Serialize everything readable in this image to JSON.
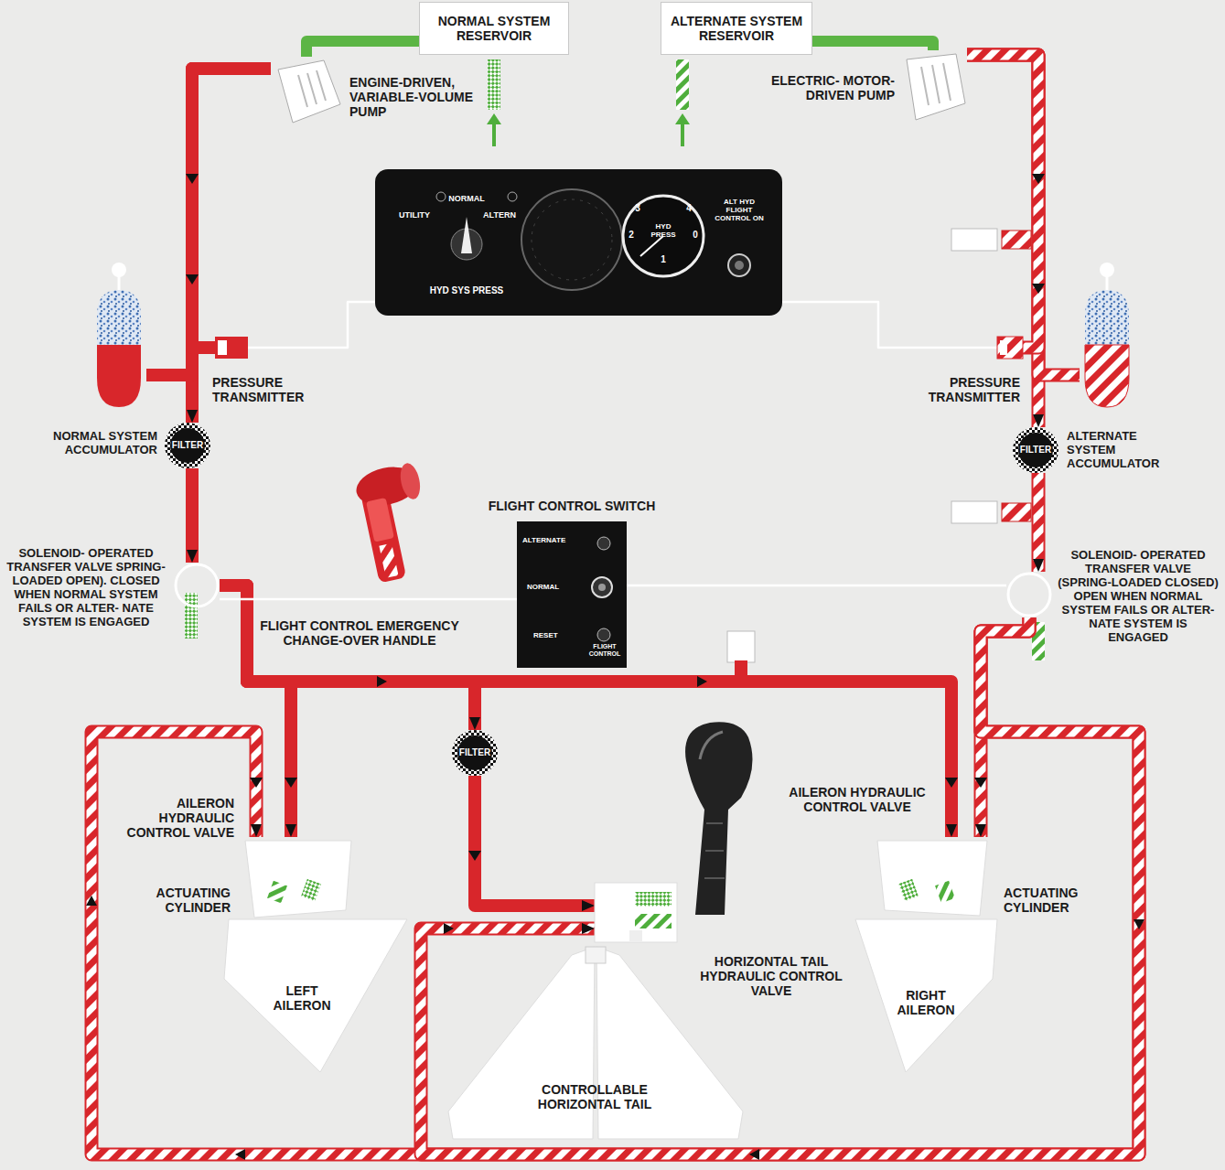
{
  "diagram": {
    "nodes": [
      {
        "text": [
          "NORMAL SYSTEM RESERVOIR"
        ]
      },
      {
        "text": [
          "ALTERNATE SYSTEM RESERVOIR"
        ]
      },
      {
        "text": [
          "ENGINE-DRIVEN, VARIABLE-VOLUME PUMP"
        ]
      },
      {
        "text": [
          "ELECTRIC- MOTOR-DRIVEN PUMP"
        ]
      },
      {
        "text": [
          "NORMAL",
          "UTILITY",
          "ALTERN",
          "HYD SYS PRESS",
          "3",
          "4",
          "2",
          "HYD PRESS",
          "0",
          "1",
          "ALT HYD FLIGHT CONTROL ON"
        ]
      },
      {
        "text": [
          "NORMAL SYSTEM ACCUMULATOR"
        ]
      },
      {
        "text": [
          "PRESSURE TRANSMITTER"
        ]
      },
      {
        "text": [
          "PRESSURE TRANSMITTER"
        ]
      },
      {
        "text": [
          "ALTERNATE SYSTEM ACCUMULATOR"
        ]
      },
      {
        "text": [
          "FILTER"
        ]
      },
      {
        "text": [
          "FILTER"
        ]
      },
      {
        "text": [
          "FLIGHT CONTROL EMERGENCY CHANGE-OVER HANDLE"
        ]
      },
      {
        "text": [
          "FLIGHT CONTROL SWITCH",
          "ALTERNATE",
          "NORMAL",
          "RESET",
          "FLIGHT CONTROL"
        ]
      },
      {
        "text": [
          "SOLENOID- OPERATED TRANSFER VALVE SPRING-LOADED OPEN). CLOSED WHEN NORMAL SYSTEM FAILS OR ALTER- NATE SYSTEM IS ENGAGED"
        ]
      },
      {
        "text": [
          "SOLENOID- OPERATED TRANSFER VALVE (SPRING-LOADED CLOSED) OPEN WHEN NORMAL SYSTEM FAILS OR ALTER- NATE SYSTEM IS ENGAGED"
        ]
      },
      {
        "text": [
          "AILERON HYDRAULIC CONTROL VALVE",
          "ACTUATING CYLINDER"
        ]
      },
      {
        "text": [
          "FILTER"
        ]
      },
      {
        "text": [
          "AILERON HYDRAULIC CONTROL VALVE",
          "ACTUATING CYLINDER"
        ]
      },
      {
        "text": [
          "HORIZONTAL TAIL HYDRAULIC CONTROL VALVE"
        ]
      },
      {
        "text": [
          "LEFT AILERON"
        ]
      },
      {
        "text": [
          "RIGHT AILERON"
        ]
      },
      {
        "text": [
          "CONTROLLABLE HORIZONTAL TAIL"
        ]
      }
    ],
    "edges": [
      {
        "from": 0,
        "to": 2,
        "arrow": "none"
      },
      {
        "from": 2,
        "to": 9,
        "arrow": "to"
      },
      {
        "from": 2,
        "to": 5,
        "arrow": "none"
      },
      {
        "from": 2,
        "to": 6,
        "arrow": "none"
      },
      {
        "from": 9,
        "to": 13,
        "arrow": "to"
      },
      {
        "from": 13,
        "to": 15,
        "arrow": "to"
      },
      {
        "from": 13,
        "to": 16,
        "arrow": "to"
      },
      {
        "from": 16,
        "to": 18,
        "arrow": "to"
      },
      {
        "from": 13,
        "to": 17,
        "arrow": "to"
      },
      {
        "from": 1,
        "to": 3,
        "arrow": "none"
      },
      {
        "from": 3,
        "to": 10,
        "arrow": "to"
      },
      {
        "from": 3,
        "to": 8,
        "arrow": "none"
      },
      {
        "from": 3,
        "to": 7,
        "arrow": "none"
      },
      {
        "from": 10,
        "to": 14,
        "arrow": "to"
      },
      {
        "from": 14,
        "to": 17,
        "arrow": "to"
      },
      {
        "from": 14,
        "to": 15,
        "arrow": "to"
      },
      {
        "from": 14,
        "to": 18,
        "arrow": "to"
      },
      {
        "from": 4,
        "to": 6,
        "arrow": "none"
      },
      {
        "from": 4,
        "to": 7,
        "arrow": "none"
      },
      {
        "from": 12,
        "to": 13,
        "arrow": "none"
      },
      {
        "from": 12,
        "to": 14,
        "arrow": "none"
      }
    ]
  }
}
